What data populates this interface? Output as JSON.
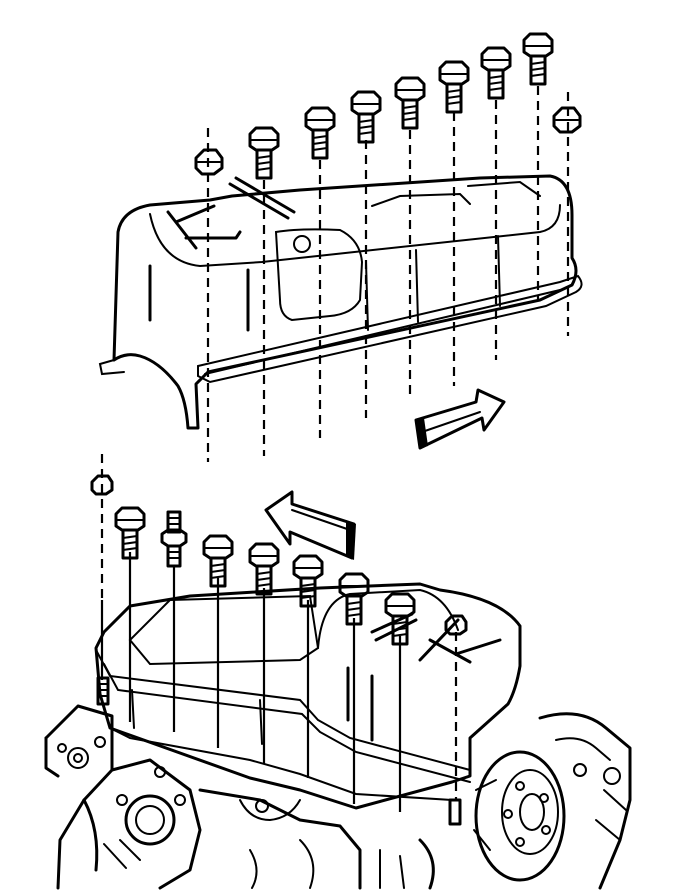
{
  "figure": {
    "colors": {
      "ink": "#000000",
      "paper": "#ffffff"
    },
    "upper_view": {
      "fasteners": [
        {
          "kind": "stud-nut"
        },
        {
          "kind": "bolt"
        },
        {
          "kind": "bolt"
        },
        {
          "kind": "bolt"
        },
        {
          "kind": "bolt"
        },
        {
          "kind": "bolt"
        },
        {
          "kind": "bolt"
        },
        {
          "kind": "bolt"
        },
        {
          "kind": "stud-nut"
        }
      ],
      "arrow_direction": "toward-rear"
    },
    "lower_view": {
      "fasteners": [
        {
          "kind": "stud-nut"
        },
        {
          "kind": "bolt"
        },
        {
          "kind": "stud"
        },
        {
          "kind": "bolt"
        },
        {
          "kind": "bolt"
        },
        {
          "kind": "bolt"
        },
        {
          "kind": "bolt"
        },
        {
          "kind": "bolt"
        },
        {
          "kind": "stud-nut"
        }
      ],
      "arrow_direction": "toward-front"
    }
  }
}
